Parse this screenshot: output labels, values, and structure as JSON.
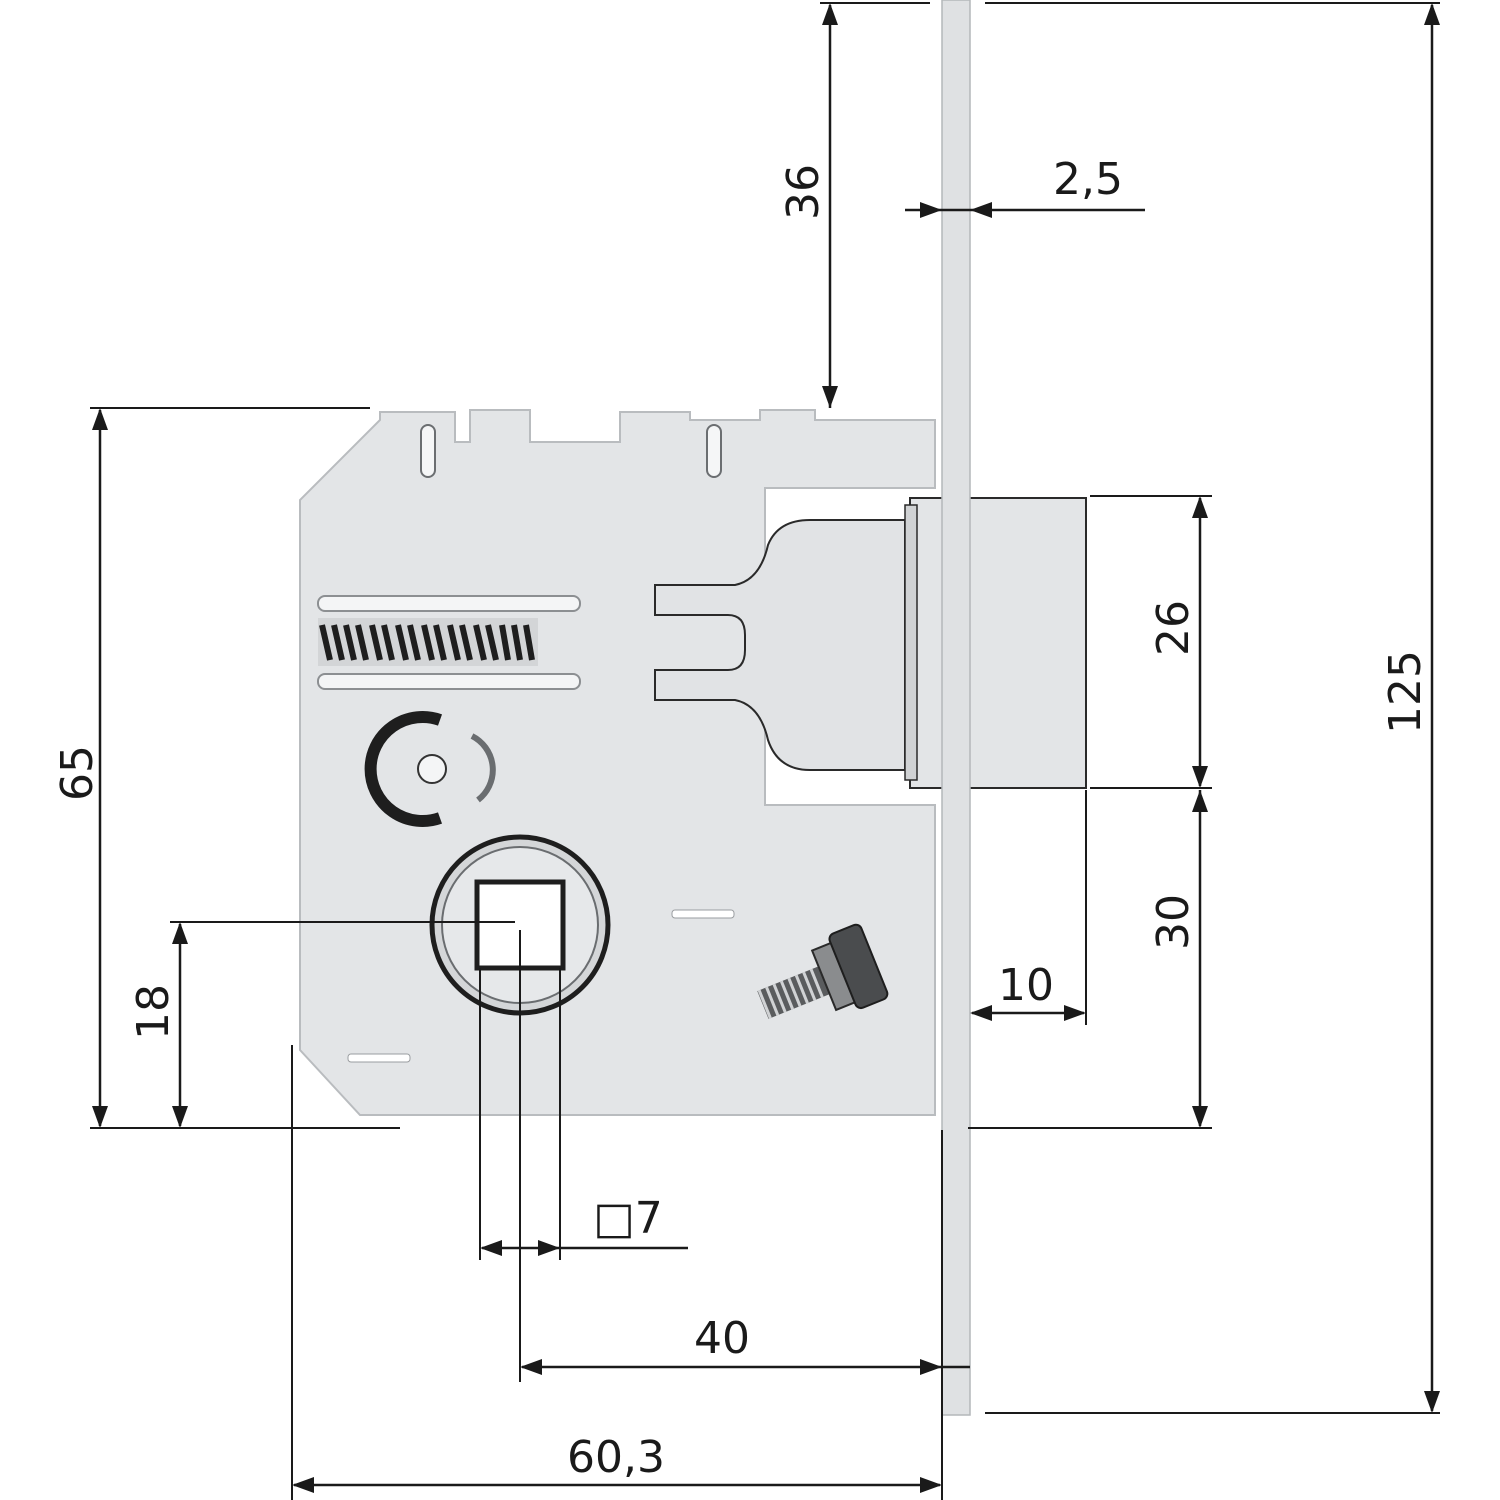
{
  "labels": {
    "top_offset": "36",
    "faceplate_thickness": "2,5",
    "latch_height": "26",
    "latch_to_bottom": "30",
    "faceplate_height": "125",
    "case_height": "65",
    "spindle_height": "18",
    "latch_projection": "10",
    "spindle_square": "□7",
    "backset": "40",
    "case_depth": "60,3"
  },
  "colors": {
    "line": "#1a1a1a",
    "metal": "#e3e5e7",
    "metal_edge": "#b9bcbf"
  }
}
